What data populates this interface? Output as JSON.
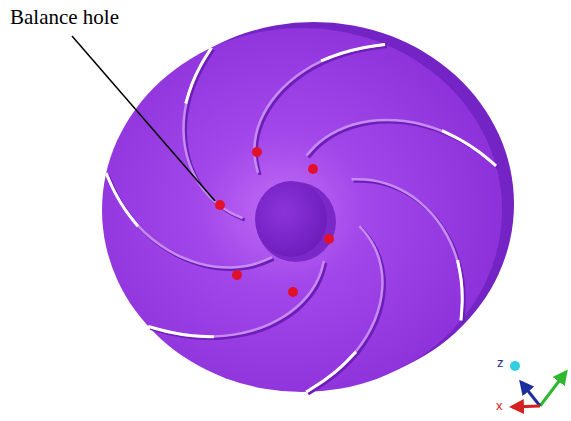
{
  "diagram": {
    "labels": [
      "Balance hole",
      "z",
      "x"
    ]
  }
}
